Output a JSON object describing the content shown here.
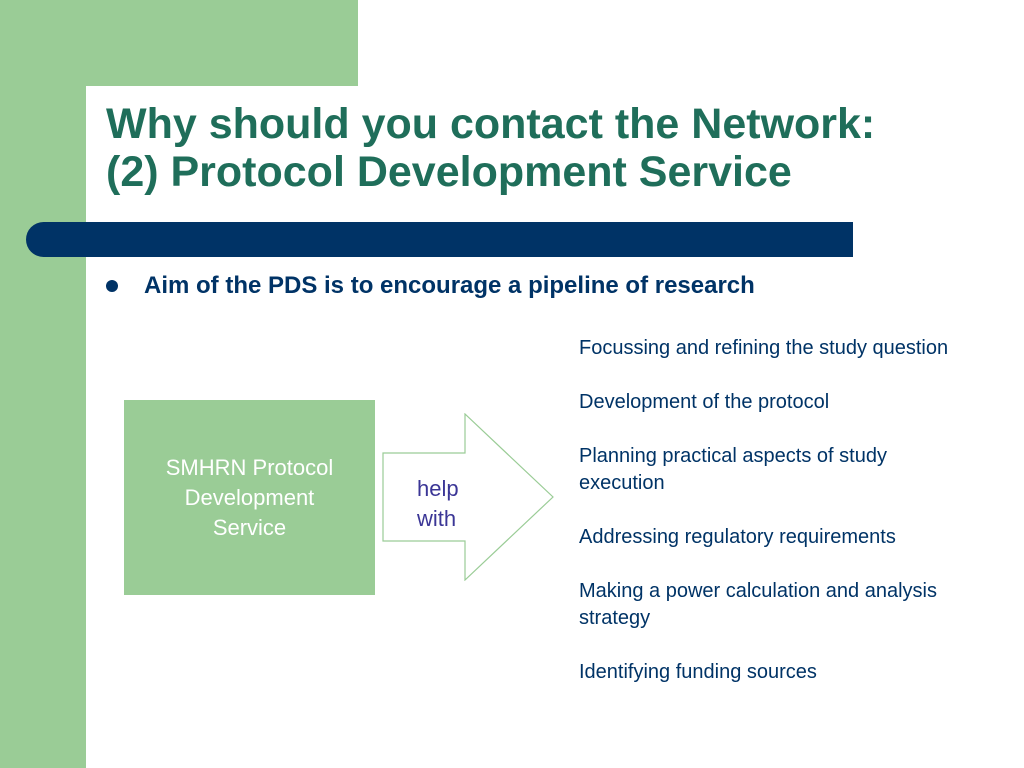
{
  "title": {
    "line1": "Why should you contact the Network:",
    "line2": "(2) Protocol Development Service"
  },
  "bullet": {
    "text": "Aim of the PDS is to encourage a pipeline of research"
  },
  "pds_box": {
    "line1": "SMHRN Protocol",
    "line2": "Development",
    "line3": "Service"
  },
  "arrow_label": {
    "line1": "help",
    "line2": "with"
  },
  "items": [
    "Focussing and refining the study question",
    "Development of the protocol",
    "Planning practical aspects of study execution",
    "Addressing regulatory requirements",
    "Making a power calculation and analysis strategy",
    "Identifying funding sources"
  ],
  "colors": {
    "green": "#9acc96",
    "title": "#1f6e5a",
    "navy": "#003366",
    "arrow_text": "#3b3696"
  }
}
